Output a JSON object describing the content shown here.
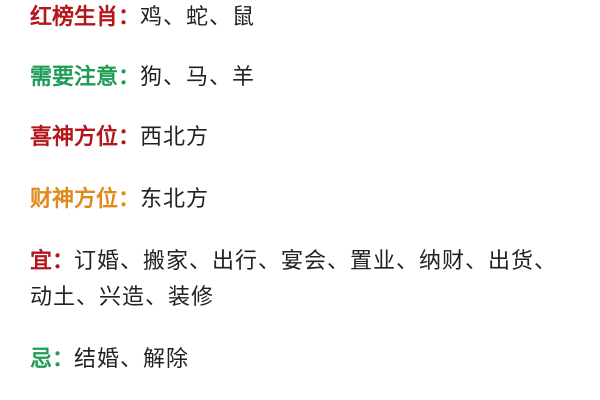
{
  "items": [
    {
      "label": "红榜生肖：",
      "value": "鸡、蛇、鼠",
      "color": "#b3161b"
    },
    {
      "label": "需要注意：",
      "value": "狗、马、羊",
      "color": "#1f9d55"
    },
    {
      "label": "喜神方位：",
      "value": "西北方",
      "color": "#b3161b"
    },
    {
      "label": "财神方位：",
      "value": "东北方",
      "color": "#e08a1e"
    },
    {
      "label": "宜：",
      "value": "订婚、搬家、出行、宴会、置业、纳财、出货、动土、兴造、装修",
      "color": "#b3161b"
    },
    {
      "label": "忌：",
      "value": "结婚、解除",
      "color": "#1f9d55"
    }
  ]
}
